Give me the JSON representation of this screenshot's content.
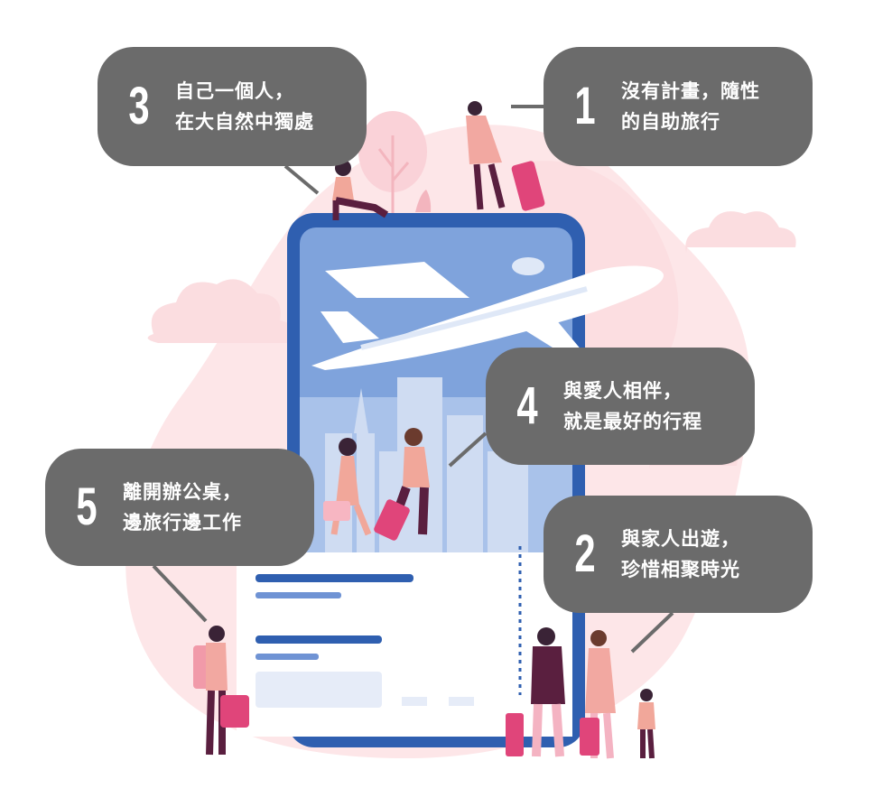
{
  "callouts": [
    {
      "id": "c3",
      "number": "3",
      "line1": "自己一個人，",
      "line2": "在大自然中獨處"
    },
    {
      "id": "c1",
      "number": "1",
      "line1": "沒有計畫，隨性",
      "line2": "的自助旅行"
    },
    {
      "id": "c4",
      "number": "4",
      "line1": "與愛人相伴，",
      "line2": "就是最好的行程"
    },
    {
      "id": "c5",
      "number": "5",
      "line1": "離開辦公桌，",
      "line2": "邊旅行邊工作"
    },
    {
      "id": "c2",
      "number": "2",
      "line1": "與家人出遊，",
      "line2": "珍惜相聚時光"
    }
  ],
  "colors": {
    "callout_bg": "#6b6b6b",
    "phone_frame": "#3060b0",
    "screen_sky": "#7fa3dc",
    "blob_pink": "#fce4e6",
    "accent_pink": "#e0457a",
    "card_line": "#2f5fb0"
  },
  "icons": [
    "airplane-icon",
    "smartphone-illustration",
    "city-skyline",
    "cloud-icon",
    "tree-icon",
    "suitcase-icon"
  ]
}
